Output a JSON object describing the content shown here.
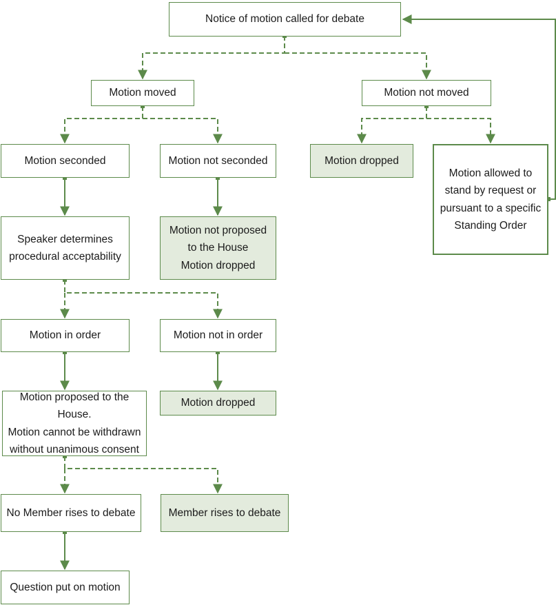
{
  "colors": {
    "line": "#5c8a4a",
    "shaded_fill": "#e3ebdd",
    "text": "#1b1b1b"
  },
  "nodes": {
    "notice": "Notice of motion called for debate",
    "moved": "Motion moved",
    "not_moved": "Motion not moved",
    "seconded": "Motion seconded",
    "not_seconded": "Motion not seconded",
    "dropped_1": "Motion dropped",
    "allowed_stand": "Motion allowed to\nstand by request or\npursuant to a specific\nStanding Order",
    "speaker": "Speaker determines\nprocedural acceptability",
    "not_proposed": "Motion not proposed\nto the House\nMotion dropped",
    "in_order": "Motion in order",
    "not_in_order": "Motion not in order",
    "proposed": "Motion proposed to the House.\nMotion cannot be withdrawn\nwithout unanimous consent",
    "dropped_2": "Motion dropped",
    "no_member": "No Member rises to debate",
    "member_rises": "Member rises to debate",
    "question": "Question put on motion"
  }
}
